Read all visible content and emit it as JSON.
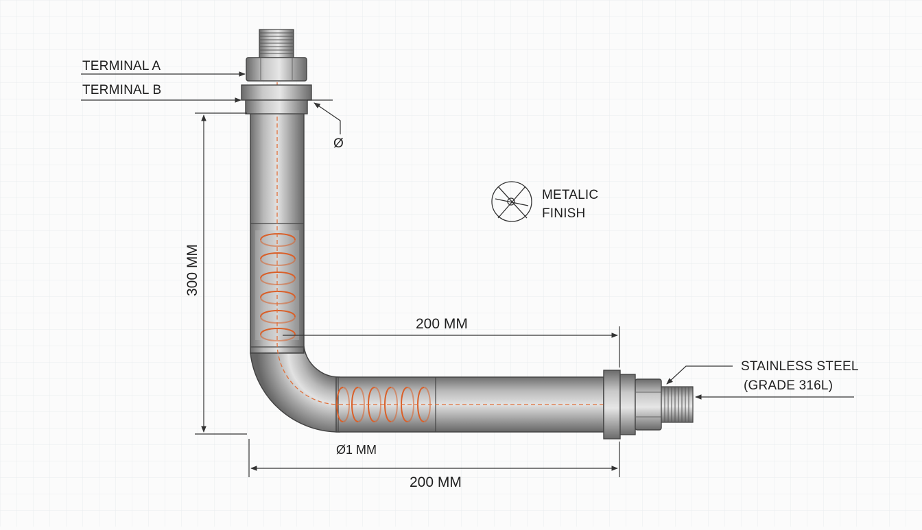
{
  "labels": {
    "terminal_a": "TERMINAL A",
    "terminal_b": "TERMINAL B",
    "diameter_symbol": "Ø",
    "finish_line1": "METALIC",
    "finish_line2": "FINISH",
    "material_line1": "STAINLESS STEEL",
    "material_line2": "(GRADE 316L)",
    "wire_diameter": "Ø1 MM"
  },
  "dimensions": {
    "vertical_length": "300 MM",
    "horizontal_length_upper": "200 MM",
    "horizontal_length_lower": "200 MM"
  },
  "colors": {
    "background": "#fbfbfb",
    "grid": "#e9ecef",
    "steel": "#9a9a9a",
    "coil": "#d9602a",
    "centerline": "#e0703a",
    "line": "#333333"
  }
}
